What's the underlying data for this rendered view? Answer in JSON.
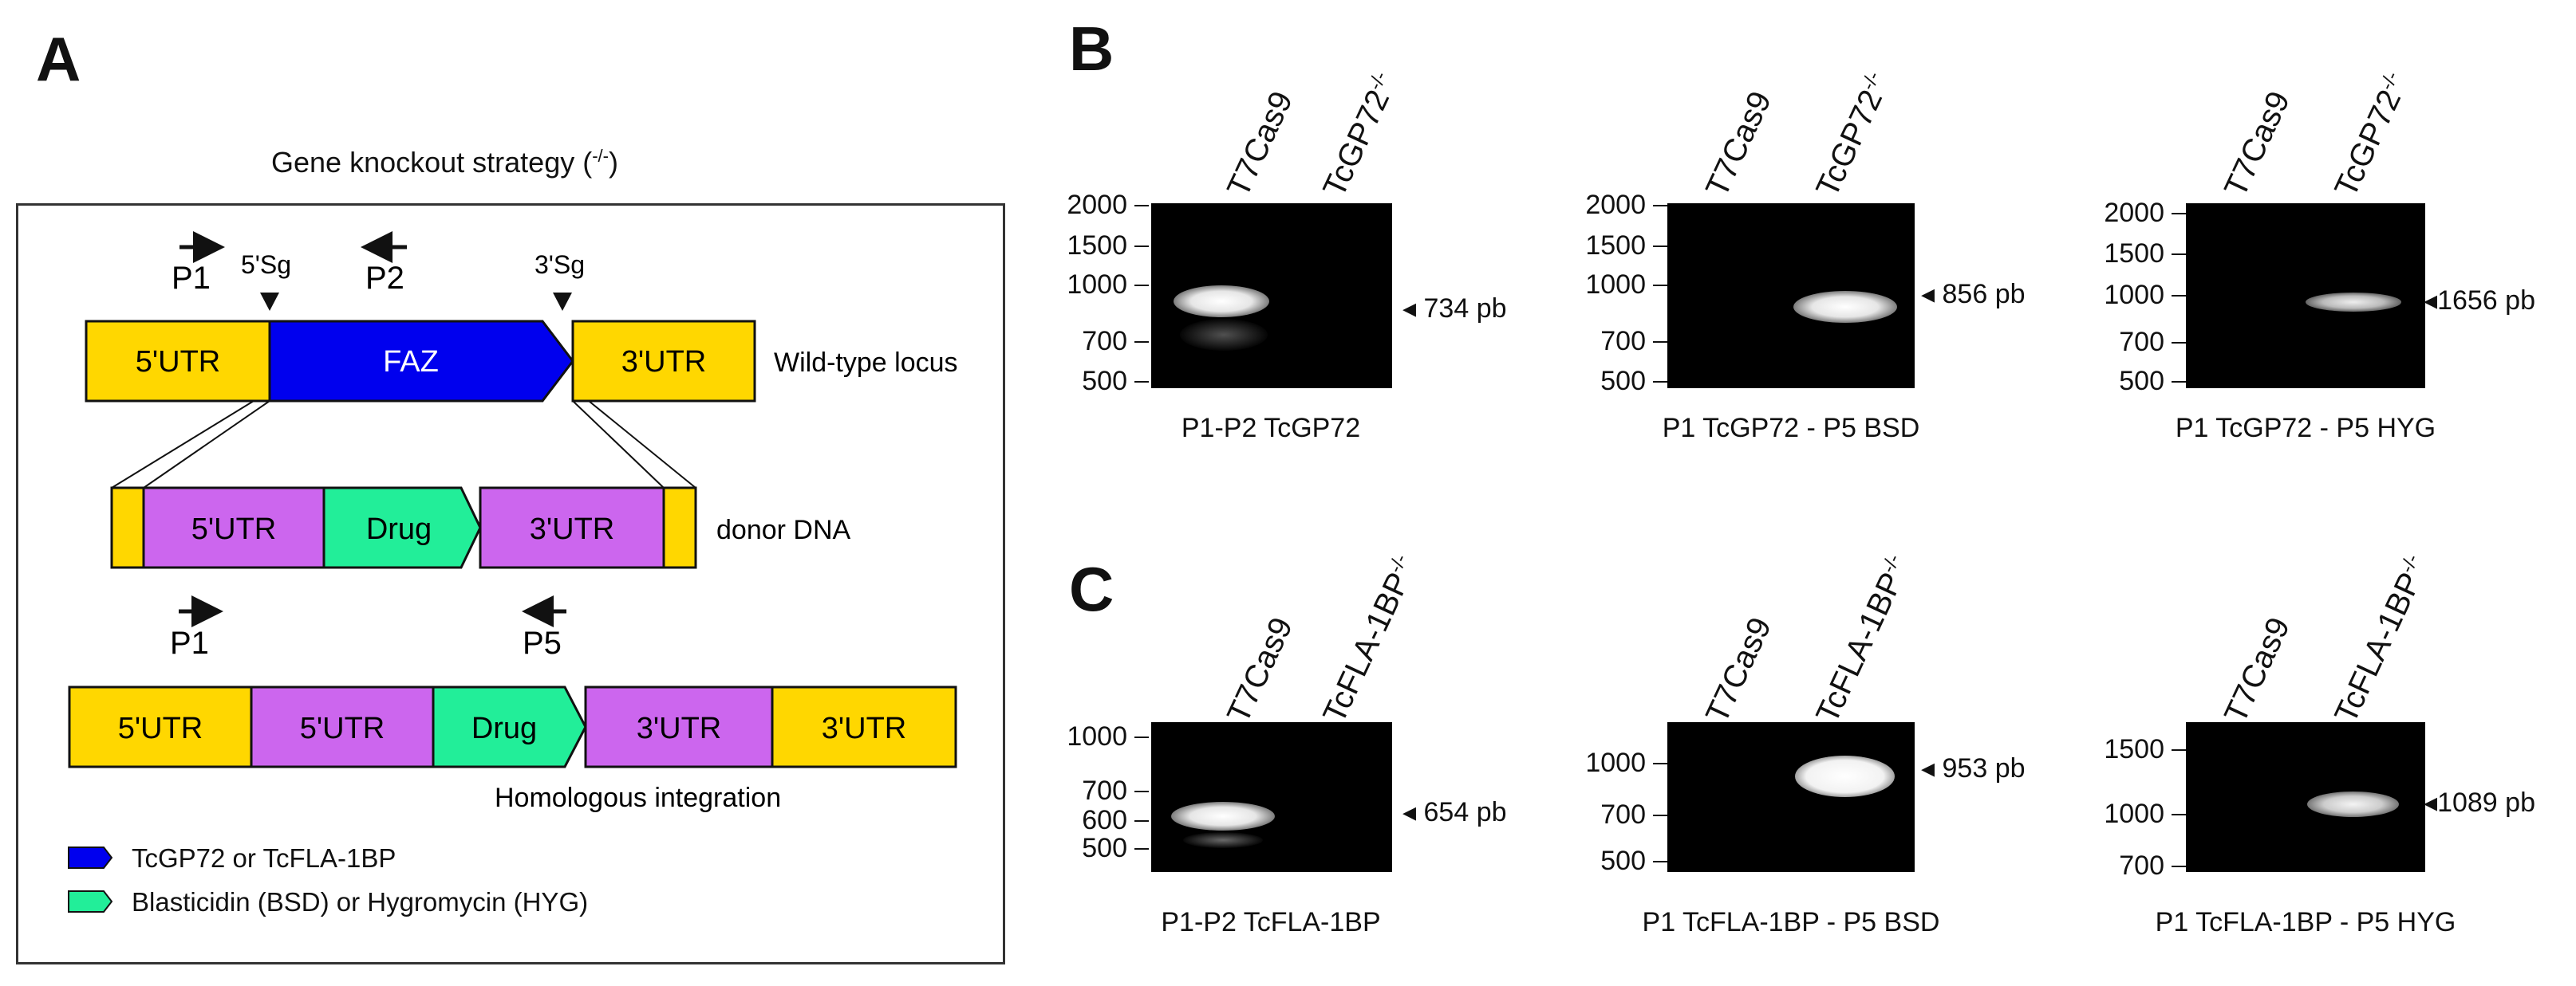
{
  "panelA": {
    "letter": "A",
    "title": "Gene knockout strategy (",
    "title_sup": "-/-",
    "title_end": ")",
    "colors": {
      "utr_yellow": "#FFD700",
      "faz_blue": "#0000EE",
      "utr_purple": "#CC66EE",
      "drug_green": "#22EE99"
    },
    "wild_type": {
      "primer1": "P1",
      "sg5": "5'Sg",
      "primer2": "P2",
      "sg3": "3'Sg",
      "utr5": "5'UTR",
      "faz": "FAZ",
      "utr3": "3'UTR",
      "label": "Wild-type locus"
    },
    "donor": {
      "utr5": "5'UTR",
      "drug": "Drug",
      "utr3": "3'UTR",
      "label": "donor DNA"
    },
    "integration": {
      "primer1": "P1",
      "primer5": "P5",
      "utr5_outer": "5'UTR",
      "utr5_inner": "5'UTR",
      "drug": "Drug",
      "utr3_inner": "3'UTR",
      "utr3_outer": "3'UTR",
      "label": "Homologous integration"
    },
    "legend": [
      {
        "text": "TcGP72 or TcFLA-1BP",
        "color": "#0000EE"
      },
      {
        "text": "Blasticidin (BSD) or Hygromycin (HYG)",
        "color": "#22EE99"
      }
    ]
  },
  "panelB": {
    "letter": "B",
    "gels": [
      {
        "lane1": "T7Cas9",
        "lane2": "TcGP72",
        "lane2_sup": "-/-",
        "markers": [
          "2000",
          "1500",
          "1000",
          "700",
          "500"
        ],
        "band": "734 pb",
        "caption": "P1-P2 TcGP72"
      },
      {
        "lane1": "T7Cas9",
        "lane2": "TcGP72",
        "lane2_sup": "-/-",
        "markers": [
          "2000",
          "1500",
          "1000",
          "700",
          "500"
        ],
        "band": "856 pb",
        "caption": "P1 TcGP72 - P5 BSD"
      },
      {
        "lane1": "T7Cas9",
        "lane2": "TcGP72",
        "lane2_sup": "-/-",
        "markers": [
          "2000",
          "1500",
          "1000",
          "700",
          "500"
        ],
        "band": "1656 pb",
        "caption": "P1 TcGP72 - P5 HYG"
      }
    ]
  },
  "panelC": {
    "letter": "C",
    "gels": [
      {
        "lane1": "T7Cas9",
        "lane2": "TcFLA-1BP",
        "lane2_sup": "-/-",
        "markers": [
          "1000",
          "700",
          "600",
          "500"
        ],
        "band": "654 pb",
        "caption": "P1-P2 TcFLA-1BP"
      },
      {
        "lane1": "T7Cas9",
        "lane2": "TcFLA-1BP",
        "lane2_sup": "-/-",
        "markers": [
          "1000",
          "700",
          "500"
        ],
        "band": "953 pb",
        "caption": "P1 TcFLA-1BP - P5 BSD"
      },
      {
        "lane1": "T7Cas9",
        "lane2": "TcFLA-1BP",
        "lane2_sup": "-/-",
        "markers": [
          "1500",
          "1000",
          "700"
        ],
        "band": "1089 pb",
        "caption": "P1 TcFLA-1BP - P5 HYG"
      }
    ]
  }
}
